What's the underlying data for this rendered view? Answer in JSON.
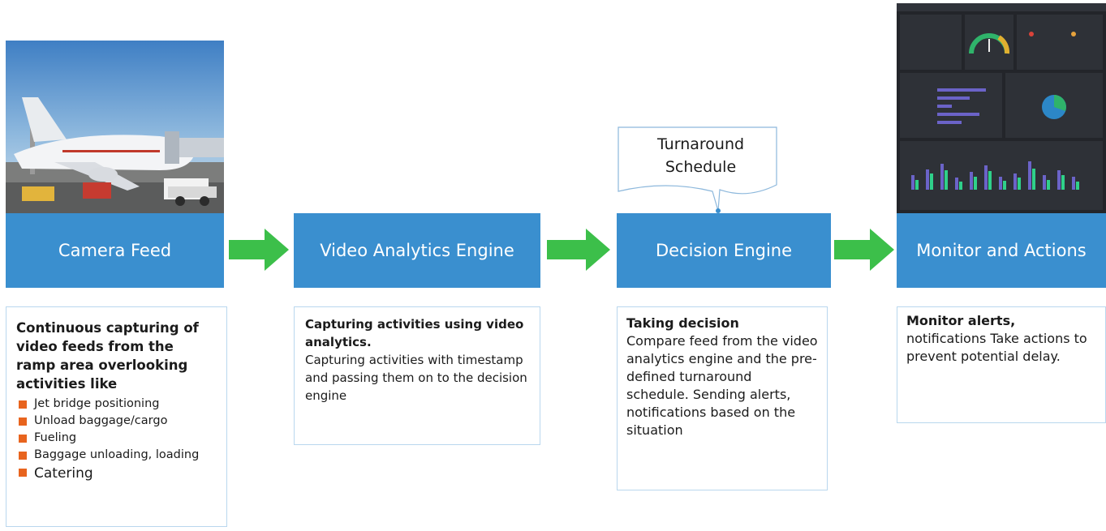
{
  "stages": [
    {
      "label": "Camera Feed"
    },
    {
      "label": "Video Analytics Engine"
    },
    {
      "label": "Decision Engine"
    },
    {
      "label": "Monitor and Actions"
    }
  ],
  "callout": {
    "line1": "Turnaround",
    "line2": "Schedule"
  },
  "descriptions": {
    "camera": {
      "heading": "Continuous capturing of video feeds from the ramp area overlooking activities like",
      "items": [
        "Jet bridge positioning",
        "Unload baggage/cargo",
        "Fueling",
        "Baggage unloading, loading",
        "Catering"
      ]
    },
    "video": {
      "heading": "Capturing activities using video analytics.",
      "body": "Capturing activities with timestamp and passing them on to the decision engine"
    },
    "decision": {
      "heading": "Taking decision",
      "body": "Compare feed from the video analytics engine and the pre-defined turnaround schedule. Sending alerts, notifications based on the situation"
    },
    "monitor": {
      "heading": "Monitor alerts,",
      "body": "notifications Take actions to prevent potential delay."
    }
  },
  "colors": {
    "stage": "#3a8fcf",
    "arrow": "#3cbf4a",
    "bullet": "#e8641e",
    "border": "#b9d7ee",
    "dashboard": "#2b2d33"
  }
}
